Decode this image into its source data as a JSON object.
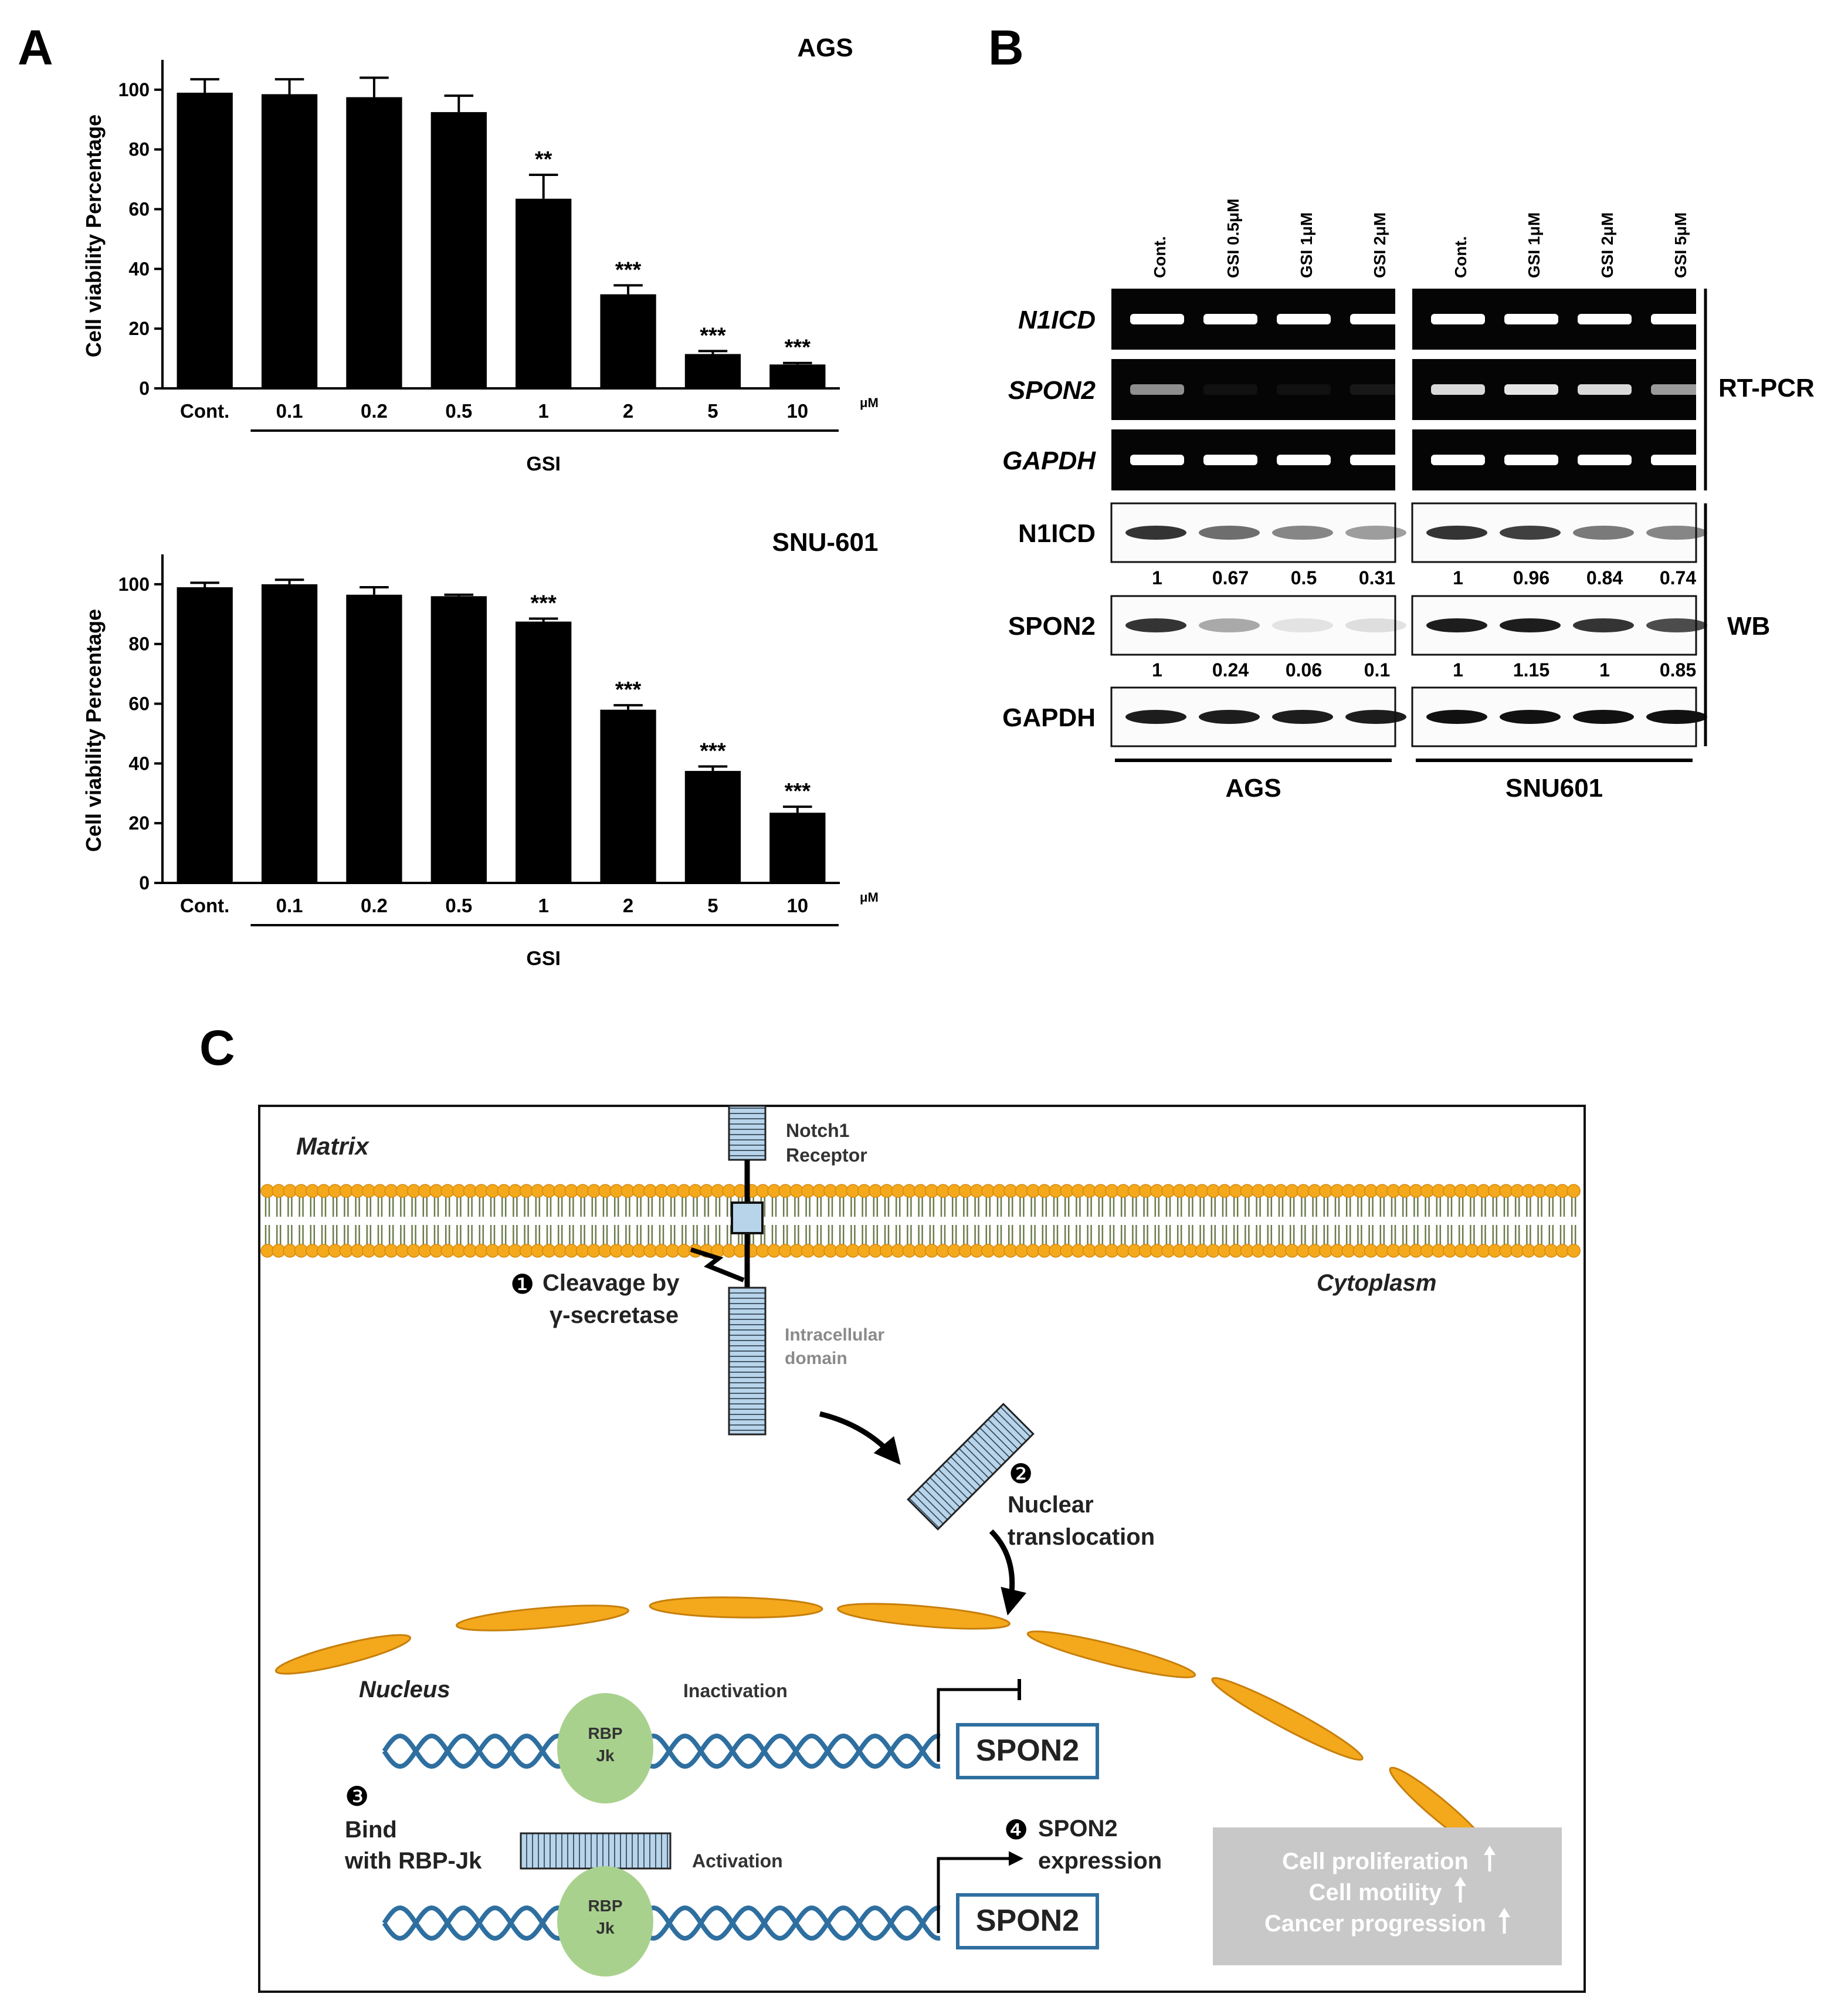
{
  "panel_a": {
    "label": "A",
    "unit": "μM",
    "group_label": "GSI",
    "ylabel": "Cell viability Percentage"
  },
  "panel_b": {
    "label": "B",
    "ags_lanes": [
      "Cont.",
      "GSI 0.5μM",
      "GSI 1μM",
      "GSI 2μM"
    ],
    "snu_lanes": [
      "Cont.",
      "GSI 1μM",
      "GSI 2μM",
      "GSI 5μM"
    ],
    "rows": {
      "rt": [
        "N1ICD",
        "SPON2",
        "GAPDH"
      ],
      "wb": [
        "N1ICD",
        "SPON2",
        "GAPDH"
      ]
    },
    "rt_label": "RT-PCR",
    "wb_label": "WB",
    "n1icd_quant": {
      "ags": [
        "1",
        "0.67",
        "0.5",
        "0.31"
      ],
      "snu": [
        "1",
        "0.96",
        "0.84",
        "0.74"
      ]
    },
    "spon2_quant": {
      "ags": [
        "1",
        "0.24",
        "0.06",
        "0.1"
      ],
      "snu": [
        "1",
        "1.15",
        "1",
        "0.85"
      ]
    },
    "groups": [
      "AGS",
      "SNU601"
    ]
  },
  "panel_c": {
    "label": "C",
    "matrix": "Matrix",
    "cytoplasm": "Cytoplasm",
    "nucleus": "Nucleus",
    "receptor_line1": "Notch1",
    "receptor_line2": "Receptor",
    "step1_num": "❶",
    "step1_line1": "Cleavage by",
    "step1_line2": "γ-secretase",
    "icd_line1": "Intracellular",
    "icd_line2": "domain",
    "step2_num": "❷",
    "step2_line1": "Nuclear",
    "step2_line2": "translocation",
    "inactivation": "Inactivation",
    "activation": "Activation",
    "rbp_line1": "RBP",
    "rbp_line2": "Jk",
    "gene": "SPON2",
    "step3_num": "❸",
    "step3_line1": "Bind",
    "step3_line2": "with RBP-Jk",
    "step4_num": "❹",
    "step4_line1": "SPON2",
    "step4_line2": "expression",
    "outcome_lines": [
      "Cell proliferation",
      "Cell motility",
      "Cancer progression"
    ],
    "colors": {
      "membrane": "#f4a81c",
      "domain_fill": "#b7d4ea",
      "dna": "#2e6fa0",
      "rbp": "#a9d18e",
      "gene_box": "#2e6fa0",
      "outcome_bg": "#c8c8c8"
    }
  },
  "chart_data": [
    {
      "type": "bar",
      "title": "AGS",
      "categories": [
        "Cont.",
        "0.1",
        "0.2",
        "0.5",
        "1",
        "2",
        "5",
        "10"
      ],
      "values": [
        99,
        98.5,
        97.5,
        92.5,
        63.5,
        31.5,
        11.5,
        8
      ],
      "errors": [
        4.5,
        5,
        6.5,
        5.5,
        8,
        3,
        1,
        0.5
      ],
      "annotations": [
        "",
        "",
        "",
        "",
        "**",
        "***",
        "***",
        "***"
      ],
      "xlabel": "GSI",
      "ylabel": "Cell viability Percentage",
      "ylim": [
        0,
        110
      ],
      "yticks": [
        0,
        20,
        40,
        60,
        80,
        100
      ],
      "unit": "μM"
    },
    {
      "type": "bar",
      "title": "SNU-601",
      "categories": [
        "Cont.",
        "0.1",
        "0.2",
        "0.5",
        "1",
        "2",
        "5",
        "10"
      ],
      "values": [
        99,
        100,
        96.5,
        96,
        87.5,
        58,
        37.5,
        23.5
      ],
      "errors": [
        1.5,
        1.5,
        2.5,
        0.5,
        1,
        1.5,
        1.5,
        2
      ],
      "annotations": [
        "",
        "",
        "",
        "",
        "***",
        "***",
        "***",
        "***"
      ],
      "xlabel": "GSI",
      "ylabel": "Cell viability Percentage",
      "ylim": [
        0,
        110
      ],
      "yticks": [
        0,
        20,
        40,
        60,
        80,
        100
      ],
      "unit": "μM"
    }
  ]
}
